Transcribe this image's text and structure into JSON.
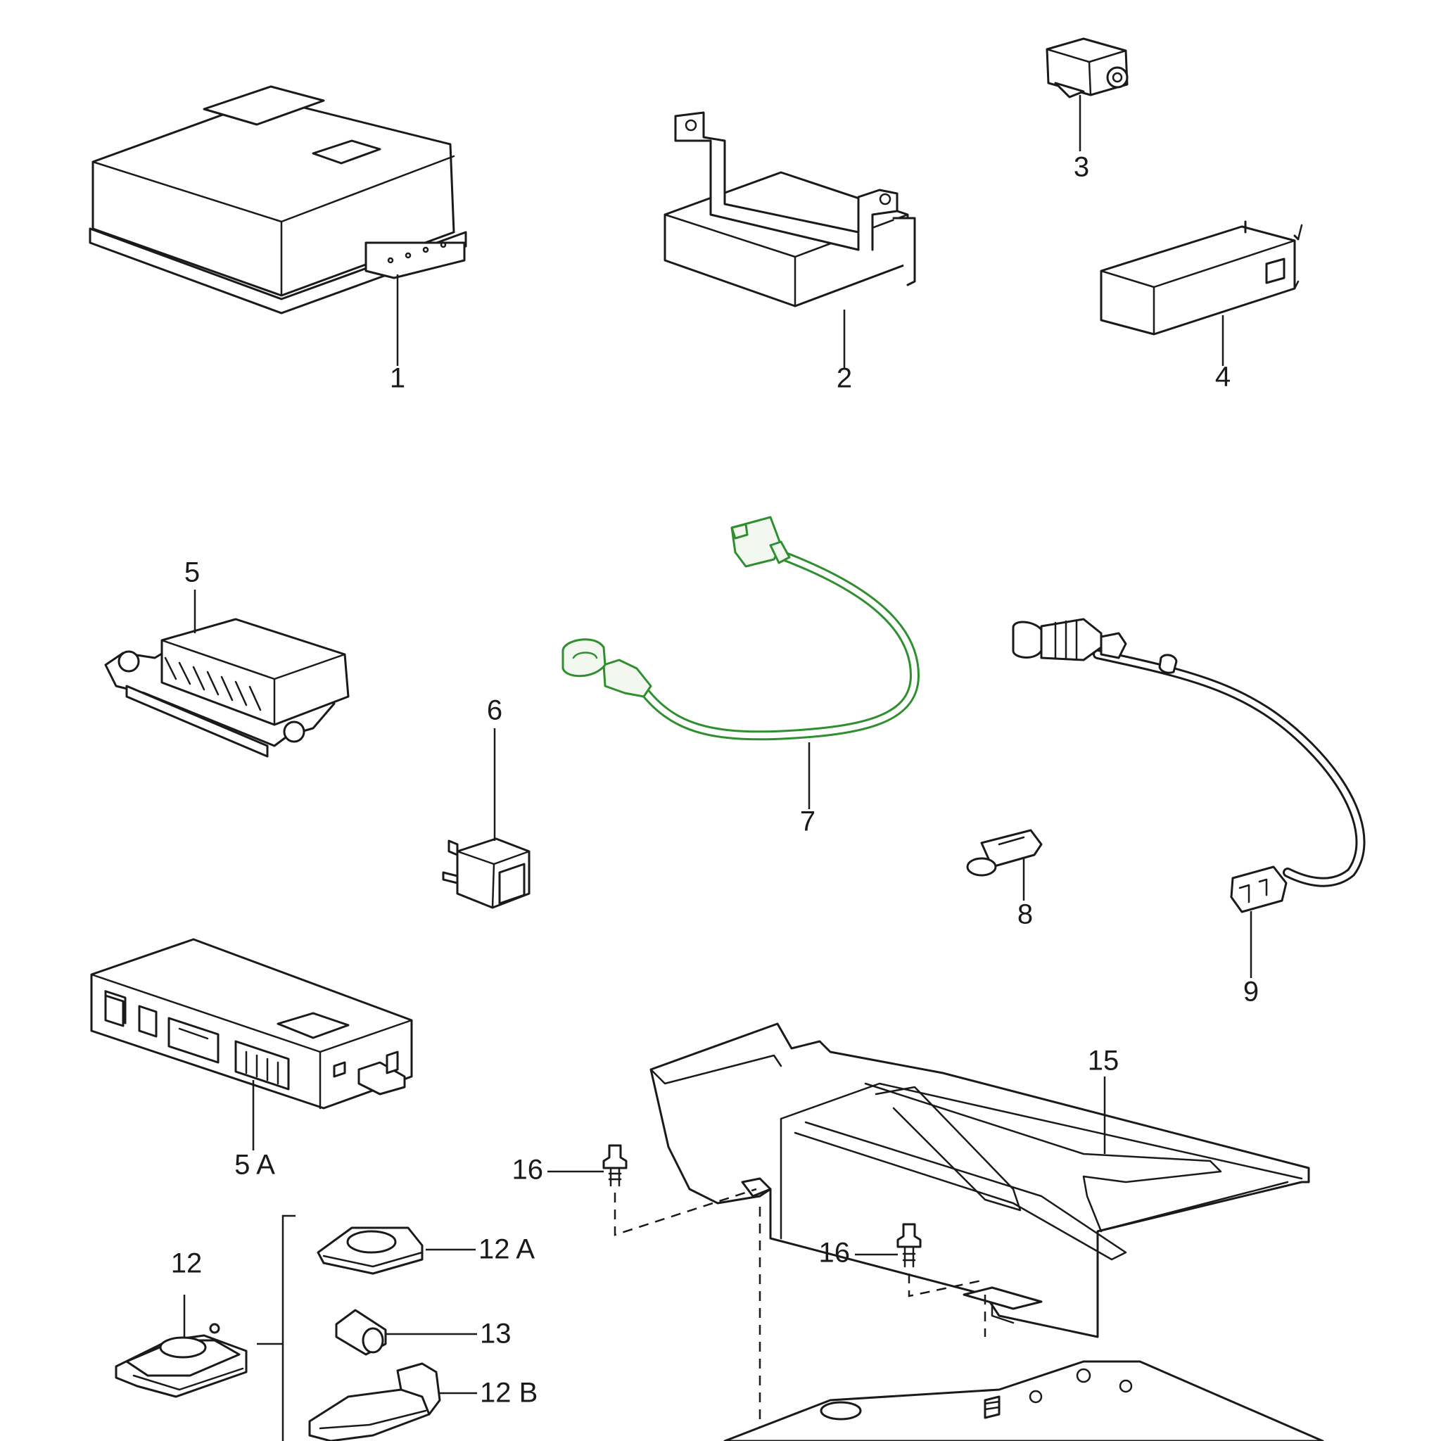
{
  "diagram": {
    "accent_color": "#2f8f2f",
    "callouts": [
      {
        "id": "c1",
        "text": "1"
      },
      {
        "id": "c2",
        "text": "2"
      },
      {
        "id": "c3",
        "text": "3"
      },
      {
        "id": "c4",
        "text": "4"
      },
      {
        "id": "c5",
        "text": "5"
      },
      {
        "id": "c5a",
        "text": "5 A"
      },
      {
        "id": "c6",
        "text": "6"
      },
      {
        "id": "c7",
        "text": "7"
      },
      {
        "id": "c8",
        "text": "8"
      },
      {
        "id": "c9",
        "text": "9"
      },
      {
        "id": "c12",
        "text": "12"
      },
      {
        "id": "c12a",
        "text": "12 A"
      },
      {
        "id": "c12b",
        "text": "12 B"
      },
      {
        "id": "c13",
        "text": "13"
      },
      {
        "id": "c15",
        "text": "15"
      },
      {
        "id": "c16a",
        "text": "16"
      },
      {
        "id": "c16b",
        "text": "16"
      }
    ]
  }
}
